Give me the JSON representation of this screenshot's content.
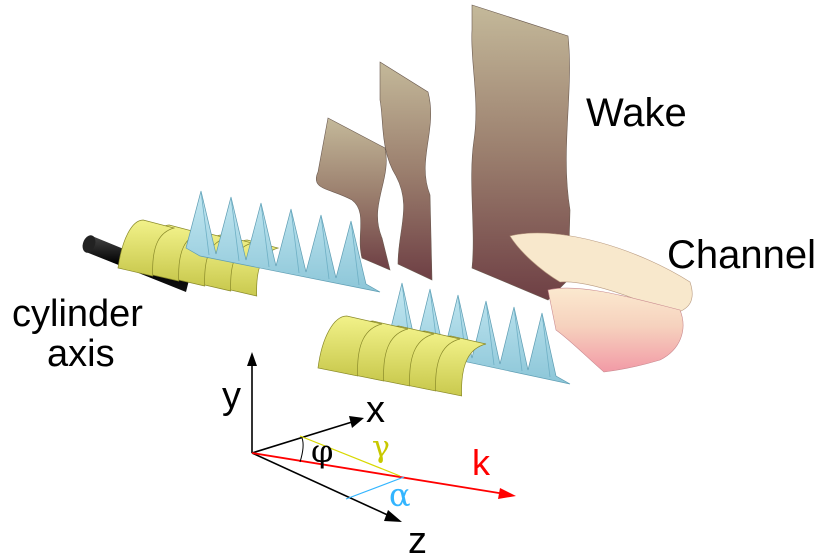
{
  "labels": {
    "wake": "Wake",
    "channel": "Channel",
    "cylinder_line1": "cylinder",
    "cylinder_line2": "axis"
  },
  "axes": {
    "y": "y",
    "x": "x",
    "z": "z",
    "k": "k",
    "phi": "φ",
    "gamma": "γ",
    "alpha": "α"
  },
  "colors": {
    "yellow_fin": "#e6e676",
    "blue_wave": "#a9d8e8",
    "wake_top": "#b9ad8e",
    "wake_bottom": "#7a4a4c",
    "channel_light": "#f8e6c8",
    "channel_pink": "#f4a7b0",
    "k_vector": "#ff0000",
    "gamma_color": "#c8c800",
    "alpha_color": "#33b5ff",
    "cylinder": "#000000"
  }
}
